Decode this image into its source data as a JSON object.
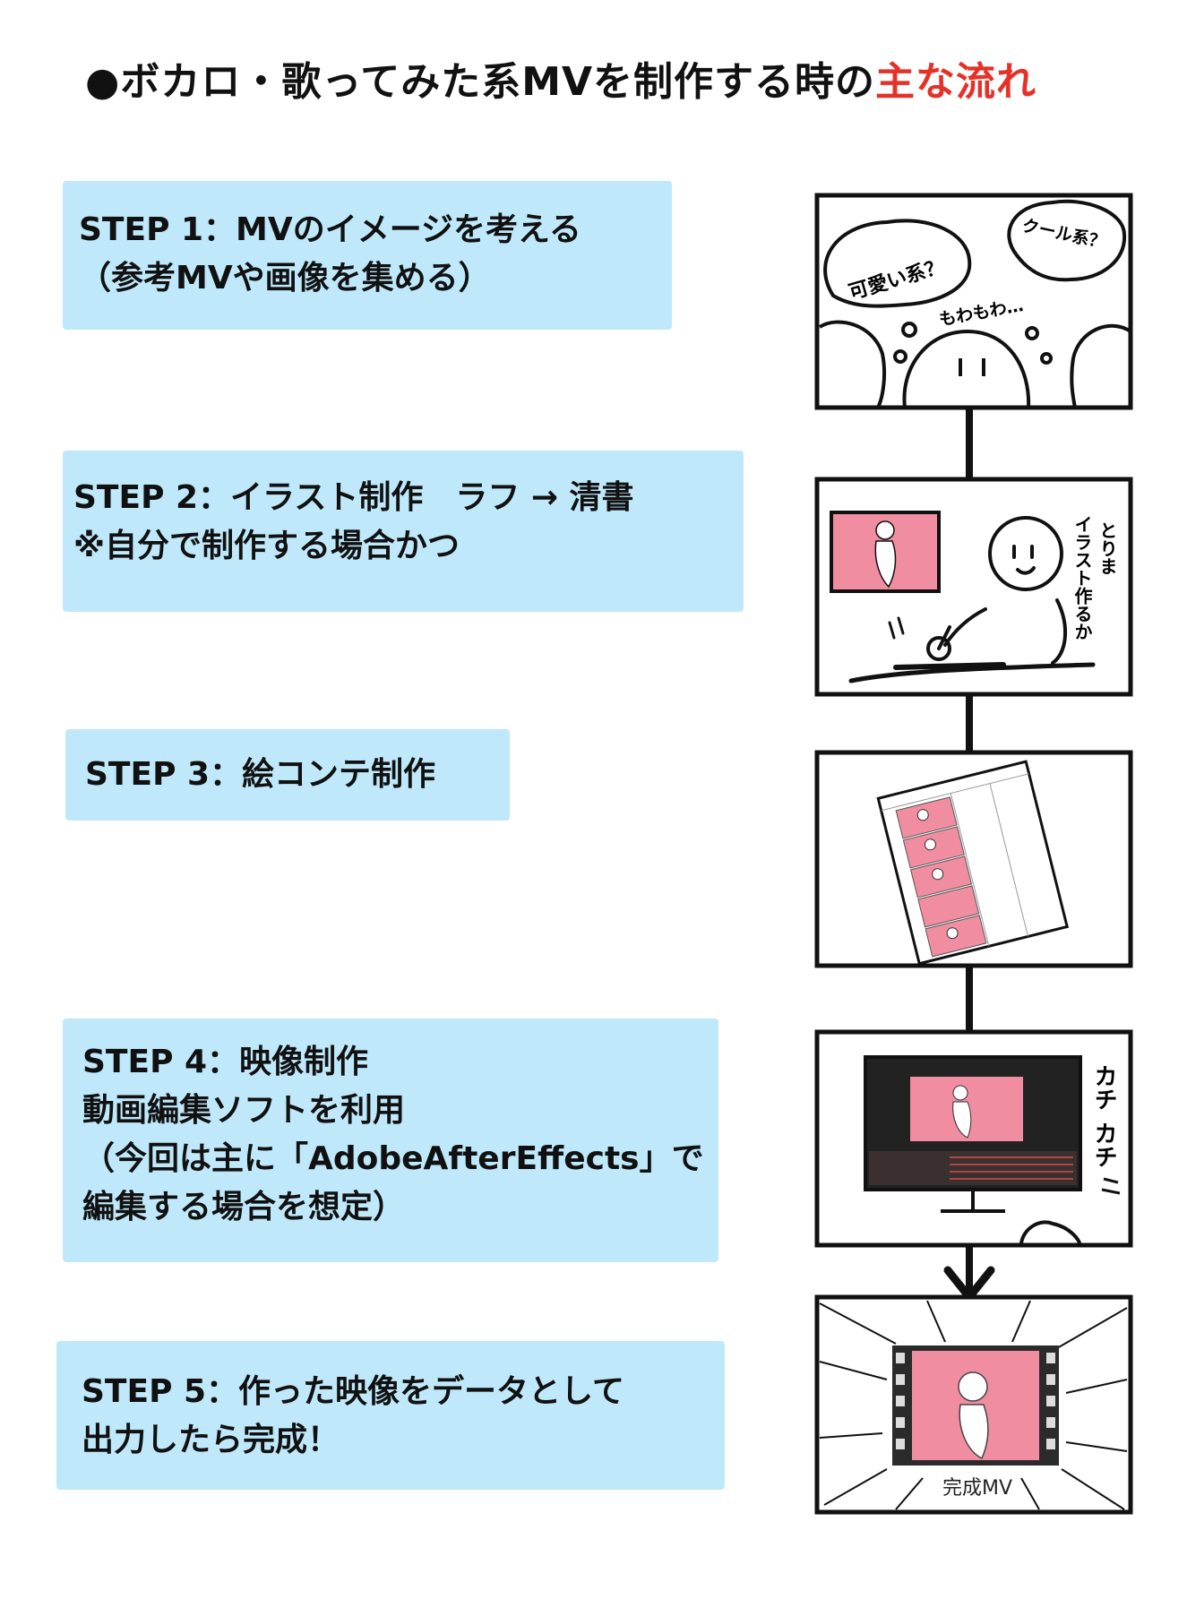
{
  "title": {
    "prefix": "●ボカロ・歌ってみた系MVを制作する時の",
    "highlight": "主な流れ",
    "highlight_color": "#e53127"
  },
  "steps": [
    {
      "lines": [
        "STEP 1：MVのイメージを考える",
        "（参考MVや画像を集める）"
      ]
    },
    {
      "lines": [
        "STEP 2：イラスト制作　ラフ → 清書",
        "※自分で制作する場合かつ"
      ]
    },
    {
      "lines": [
        "STEP 3：絵コンテ制作"
      ]
    },
    {
      "lines": [
        "STEP 4：映像制作",
        "動画編集ソフトを利用",
        "（今回は主に「AdobeAfterEffects」で",
        "編集する場合を想定）"
      ]
    },
    {
      "lines": [
        "STEP 5：作った映像をデータとして",
        "出力したら完成！"
      ]
    }
  ],
  "panels": {
    "p1": {
      "bubble_left": "可愛い系？",
      "bubble_right": "クール系？",
      "murmur": "もわもわ…"
    },
    "p2": {
      "vertical_text_1": "とりま",
      "vertical_text_2": "イラスト作るか"
    },
    "p4": {
      "sfx_1": "カチ",
      "sfx_2": "カチ"
    },
    "p5": {
      "caption": "完成MV"
    }
  },
  "colors": {
    "step_box": "#bfe9fb",
    "illustration_pink": "#f08da1",
    "ink": "#111111"
  }
}
